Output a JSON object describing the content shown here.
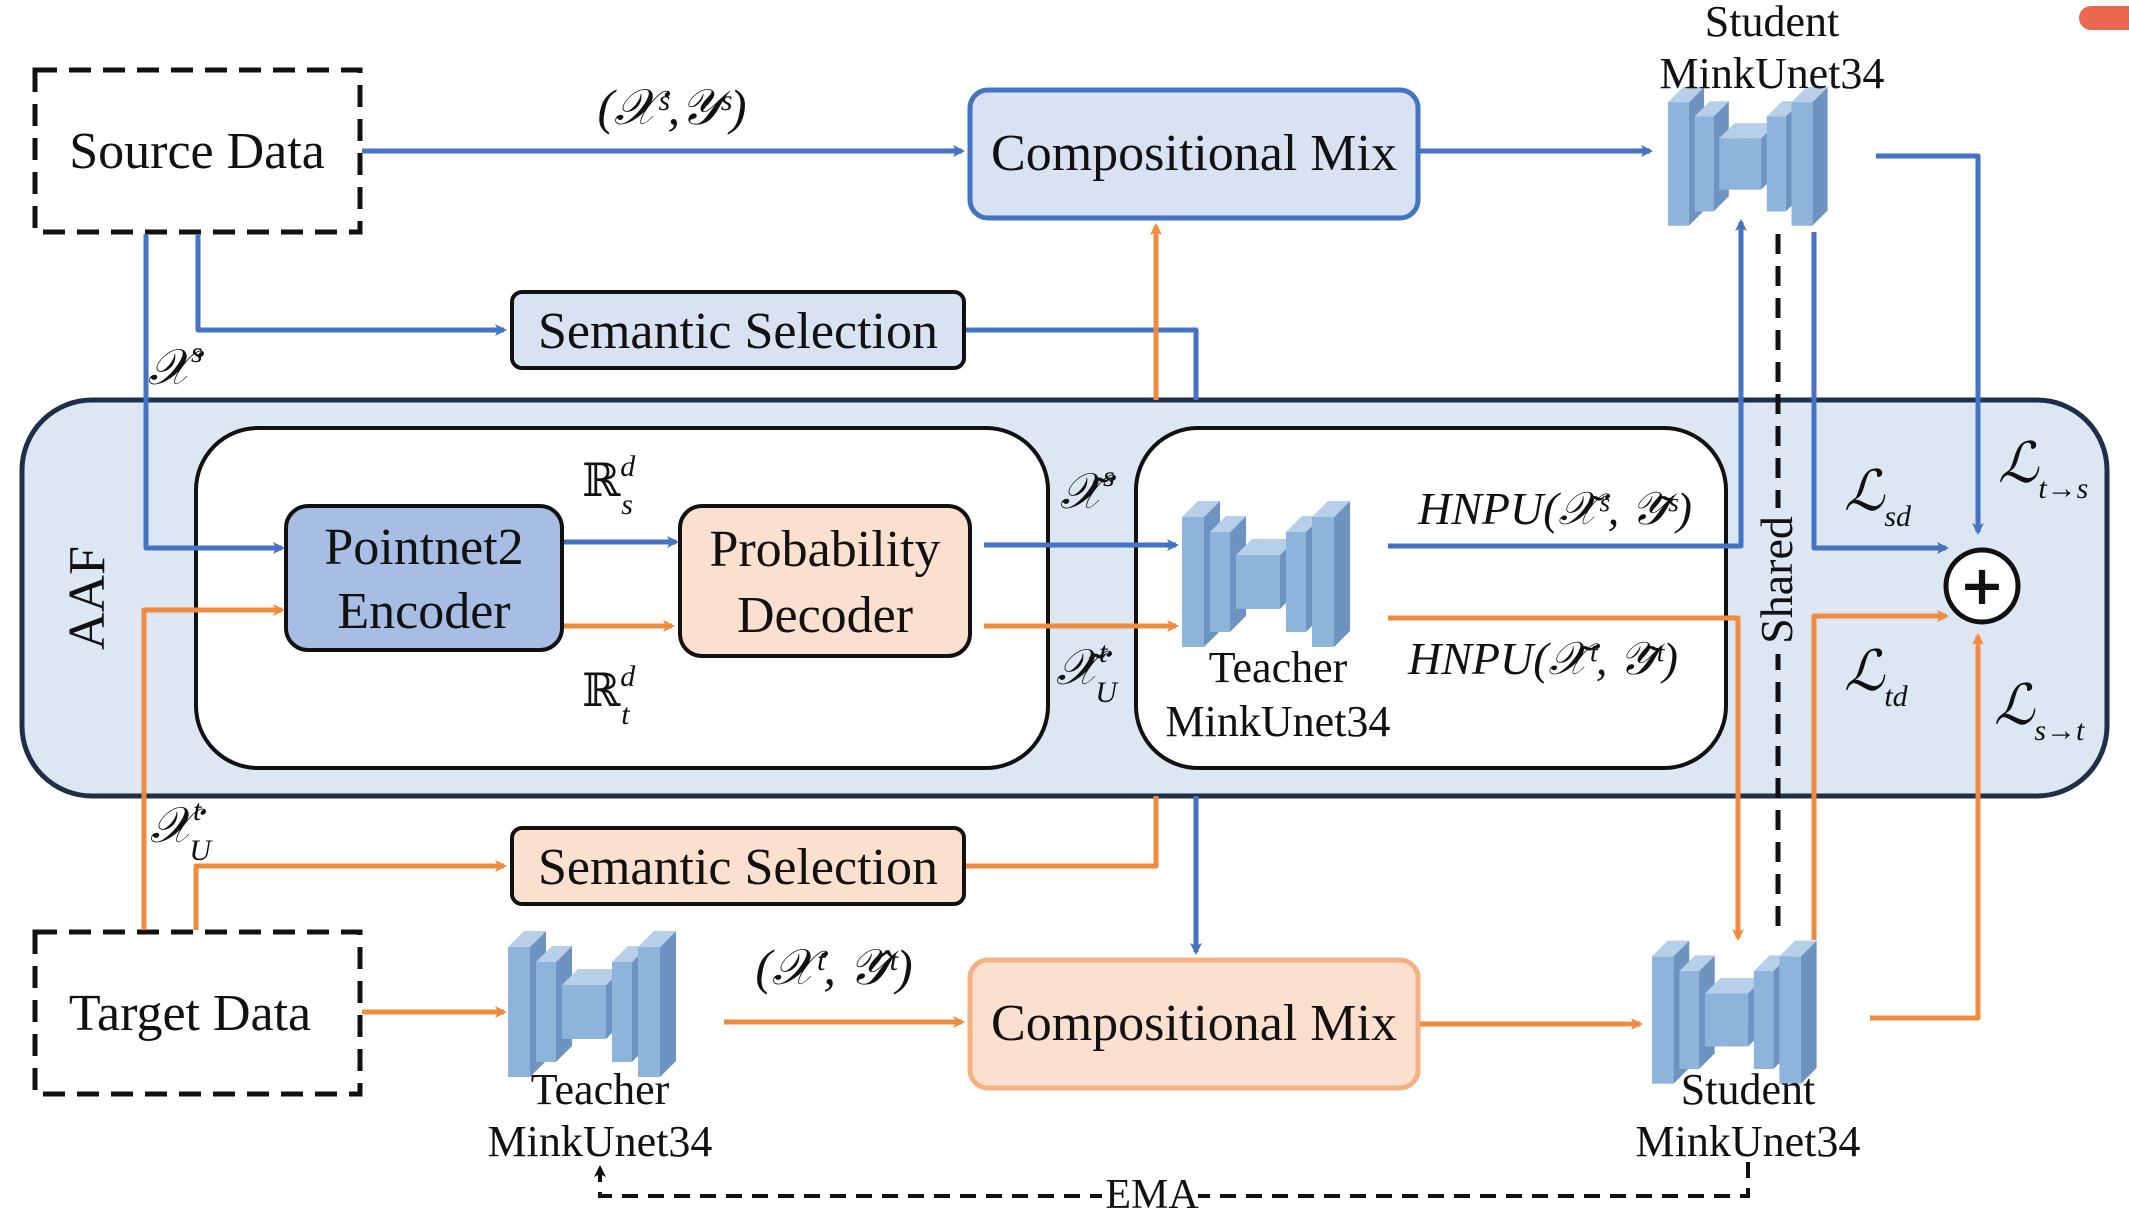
{
  "nodes": {
    "source": "Source Data",
    "target": "Target Data",
    "mix_top": "Compositional Mix",
    "mix_bottom": "Compositional Mix",
    "sem_top": "Semantic Selection",
    "sem_bottom": "Semantic Selection",
    "encoder_l1": "Pointnet2",
    "encoder_l2": "Encoder",
    "decoder_l1": "Probability",
    "decoder_l2": "Decoder",
    "aaf": "AAF",
    "shared": "Shared",
    "ema": "EMA",
    "plus": "+"
  },
  "models": {
    "student_top_l1": "Student",
    "student_top_l2": "MinkUnet34",
    "teacher_mid_l1": "Teacher",
    "teacher_mid_l2": "MinkUnet34",
    "teacher_bot_l1": "Teacher",
    "teacher_bot_l2": "MinkUnet34",
    "student_bot_l1": "Student",
    "student_bot_l2": "MinkUnet34"
  },
  "math": {
    "xs_ys": "(𝒳ˢ,𝒴ˢ)",
    "xs": "𝒳",
    "xs_sup": "s",
    "xu": "𝒳",
    "xu_sup": "t",
    "xu_sub": "U",
    "rs": "ℝ",
    "rs_sup": "d",
    "rs_sub": "s",
    "rt": "ℝ",
    "rt_sup": "d",
    "rt_sub": "t",
    "xs_tilde": "𝒳̃",
    "xs_tilde_sup": "s",
    "xu_tilde": "𝒳̃",
    "xu_tilde_sup": "t",
    "xu_tilde_sub": "U",
    "hnpu_s": "HNPU(𝒳̃ˢ, 𝒴̃ˢ)",
    "hnpu_t": "HNPU(𝒳̃ᵗ, 𝒴̃ᵗ)",
    "pseudo": "(𝒳ᵗ, 𝒴̂ᵗ)",
    "l": "ℒ",
    "lsd_sub": "sd",
    "ltd_sub": "td",
    "lts_sub": "t→s",
    "lst_sub": "s→t"
  },
  "colors": {
    "blue": "#4472c4",
    "orange": "#f08a3c",
    "aaf_fill": "#dce7f3",
    "aaf_stroke": "#1f2f4a",
    "encoder_fill": "#a7bde3",
    "decoder_fill": "#fbe0cf",
    "mix_blue_fill": "#d9e2f3",
    "mix_orange_fill": "#fbe0cf",
    "sem_blue_fill": "#d9e2f3",
    "sem_orange_fill": "#fbe0cf",
    "net": "#8fb4dc"
  }
}
